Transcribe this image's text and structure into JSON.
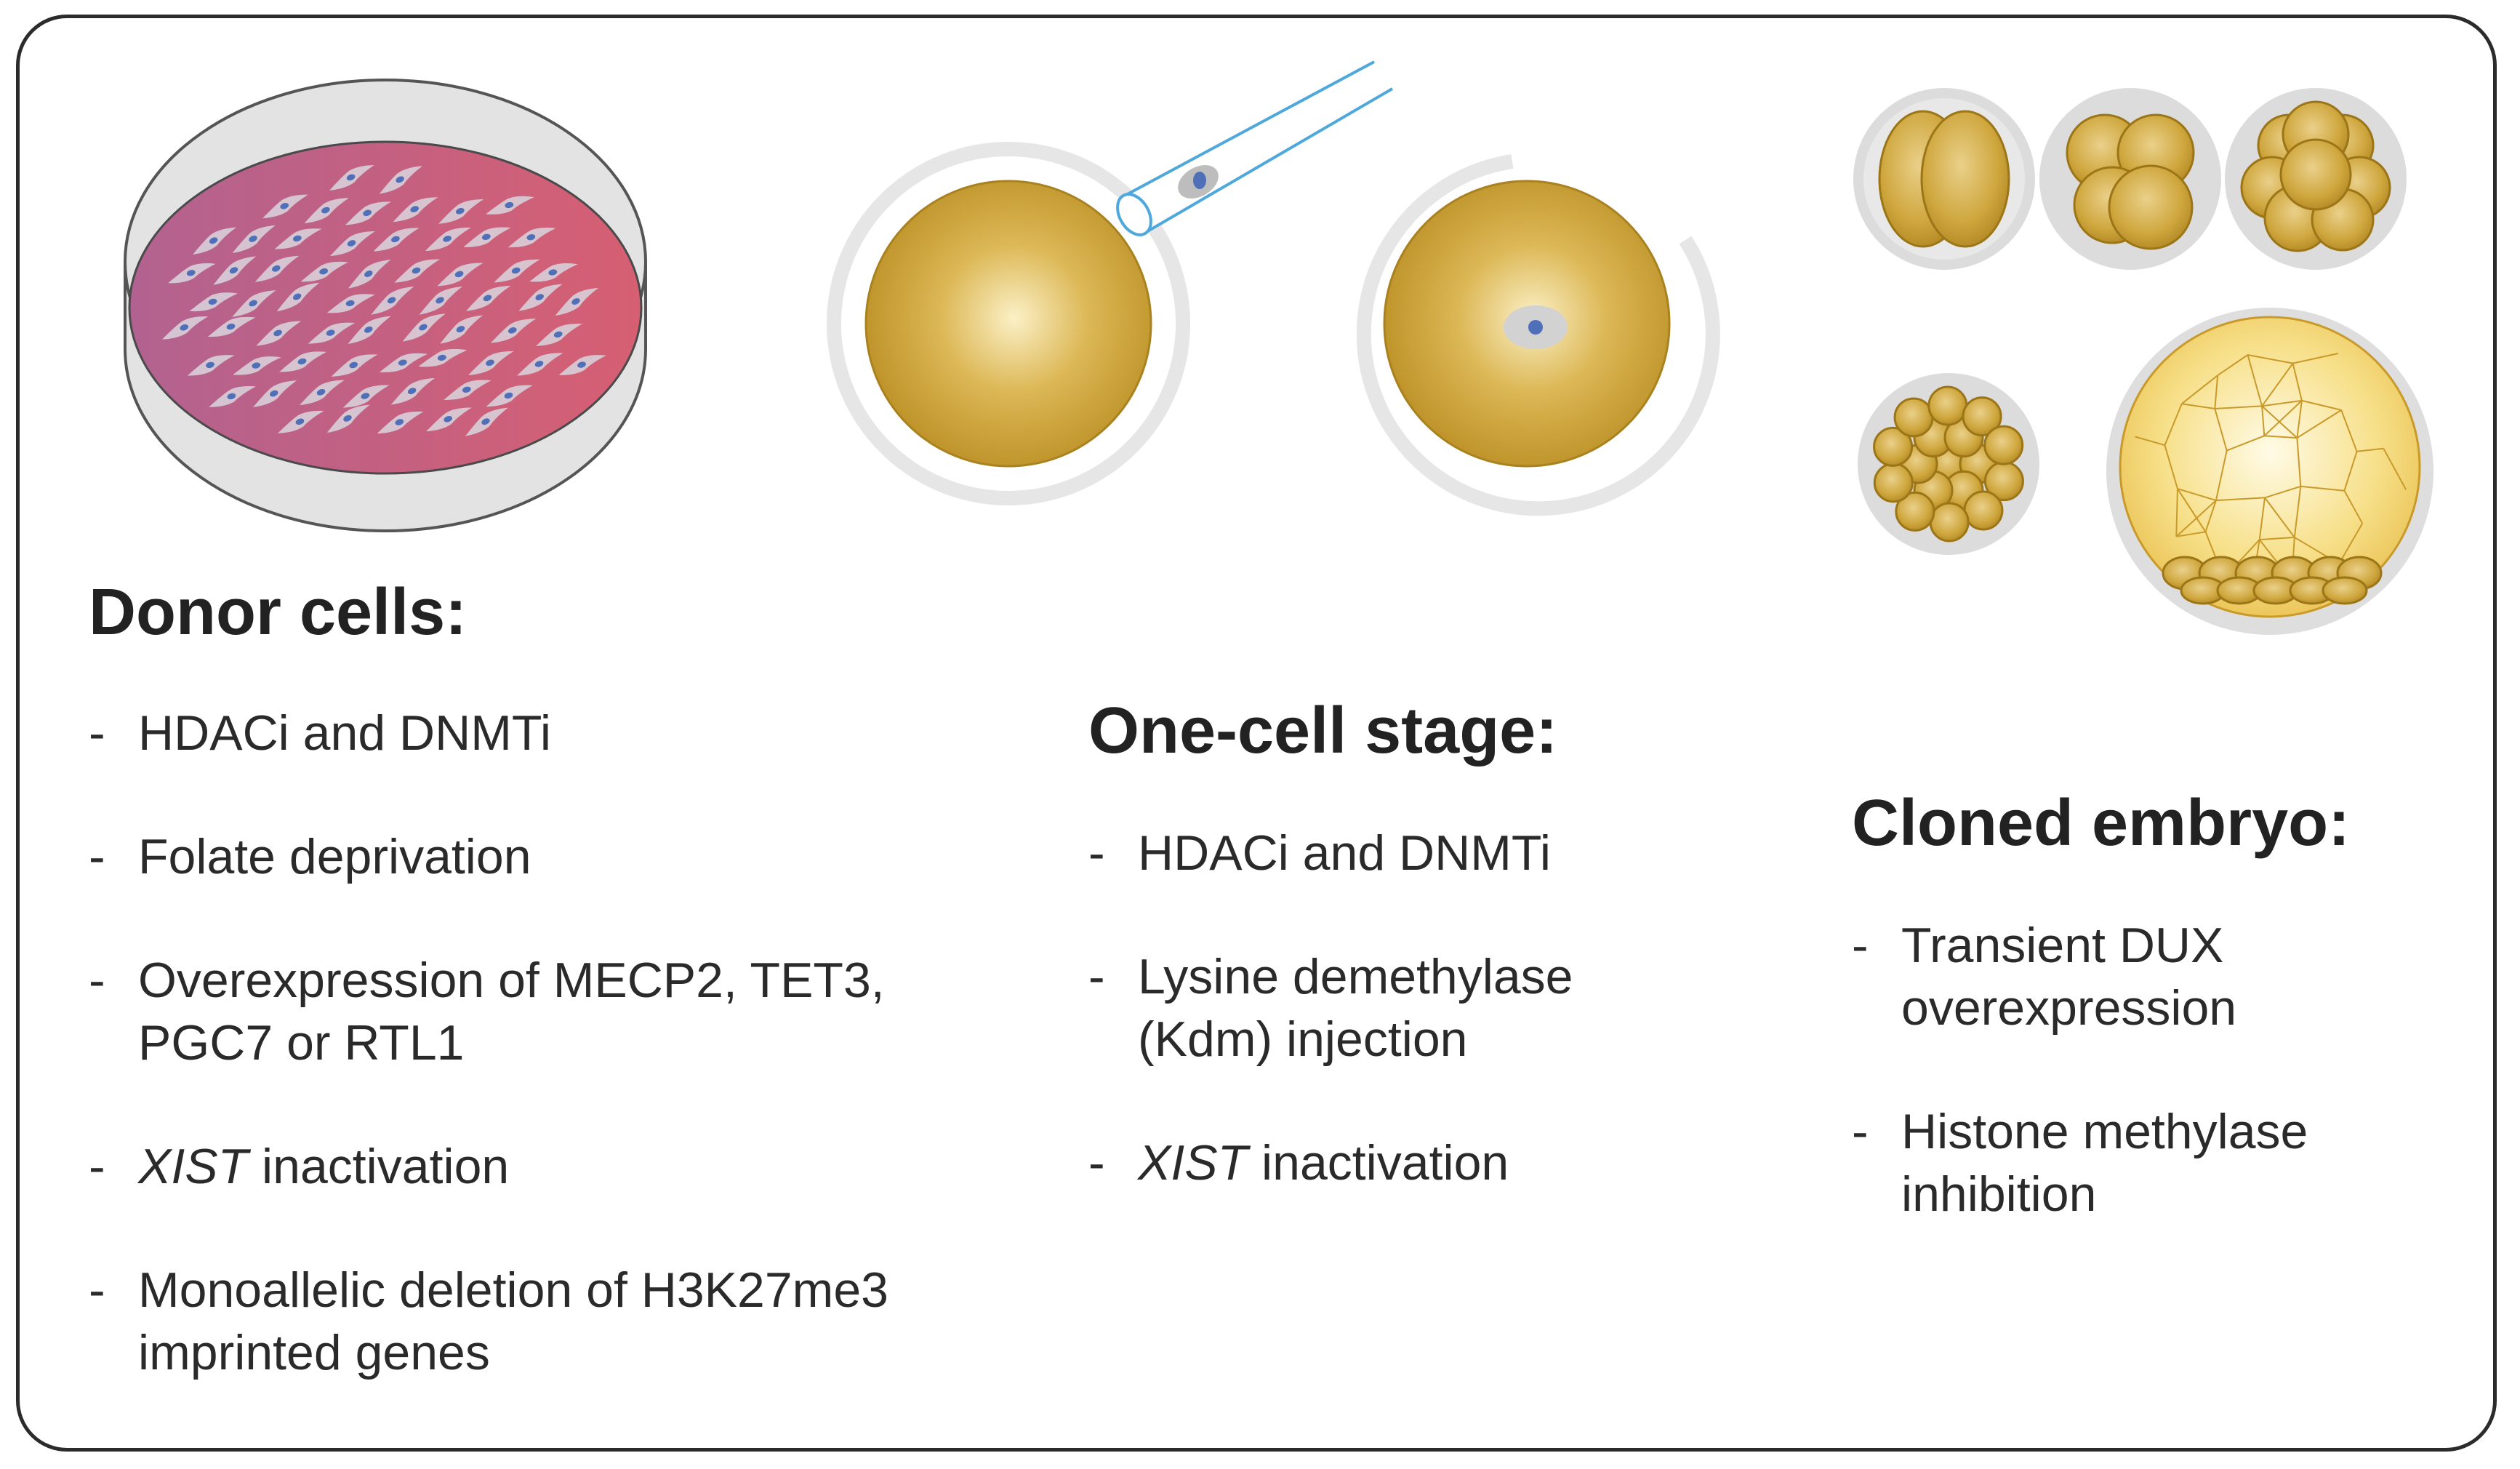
{
  "colors": {
    "frame": "#2b2b2b",
    "dish_rim": "#e3e3e3",
    "culture_media_start": "#b26290",
    "culture_media_end": "#d65f72",
    "oocyte_gold": "#c8a23a",
    "blastocyst_light": "#f7e08a",
    "nucleus_blue": "#4f6fb8",
    "pipette_blue": "#4fa8dc"
  },
  "sections": {
    "donor": {
      "heading": "Donor cells:",
      "items": [
        {
          "dash": "-",
          "text": "HDACi and DNMTi"
        },
        {
          "dash": "-",
          "text": "Folate deprivation"
        },
        {
          "dash": "-",
          "line1": "Overexpression of MECP2, TET3,",
          "line2": "PGC7 or RTL1"
        },
        {
          "dash": "-",
          "italic": "XIST",
          "rest": " inactivation"
        },
        {
          "dash": "-",
          "line1": "Monoallelic deletion of H3K27me3",
          "line2": "imprinted genes"
        }
      ]
    },
    "onecell": {
      "heading": "One-cell stage:",
      "items": [
        {
          "dash": "-",
          "text": "HDACi and DNMTi"
        },
        {
          "dash": "-",
          "line1": "Lysine demethylase",
          "line2": "(Kdm) injection"
        },
        {
          "dash": "-",
          "italic": "XIST",
          "rest": " inactivation"
        }
      ]
    },
    "cloned": {
      "heading": "Cloned embryo:",
      "items": [
        {
          "dash": "-",
          "line1": "Transient DUX",
          "line2": "overexpression"
        },
        {
          "dash": "-",
          "line1": "Histone methylase",
          "line2": "inhibition"
        }
      ]
    }
  }
}
